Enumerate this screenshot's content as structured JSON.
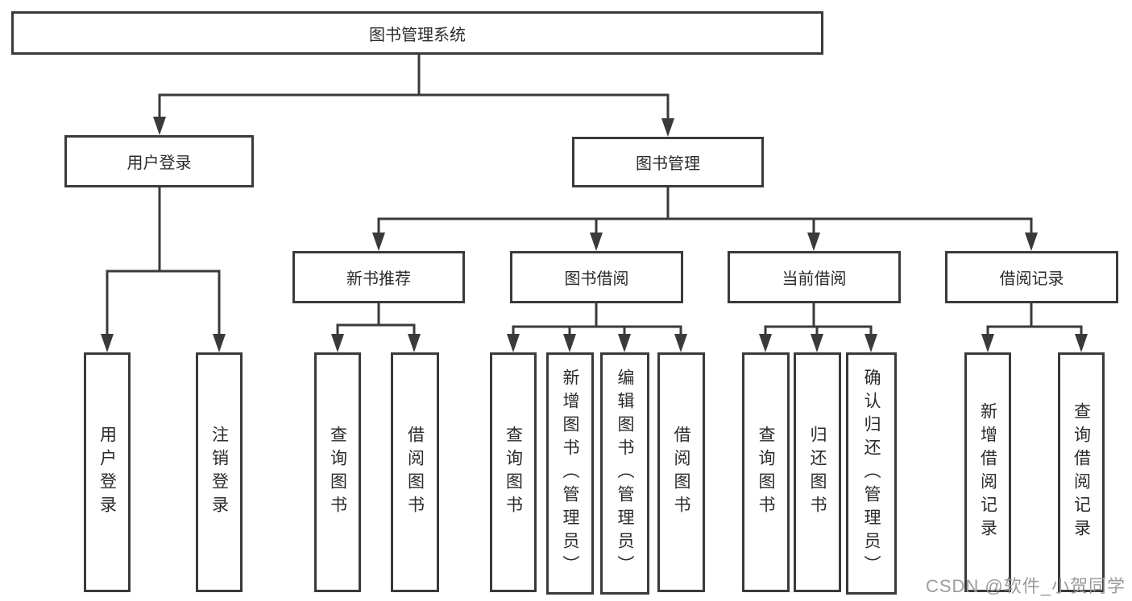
{
  "colors": {
    "line": "#3a3a3a",
    "text": "#2b2b2b",
    "bg": "#ffffff",
    "wm": "#9c9c9c"
  },
  "diagram": {
    "root": "图书管理系统",
    "level2": [
      "用户登录",
      "图书管理"
    ],
    "level3": [
      "新书推荐",
      "图书借阅",
      "当前借阅",
      "借阅记录"
    ],
    "groups": {
      "user_login": [
        "用户登录",
        "注销登录"
      ],
      "new_books": [
        "查询图书",
        "借阅图书"
      ],
      "book_borrow": [
        "查询图书",
        "新增图书（管理员）",
        "编辑图书（管理员）",
        "借阅图书"
      ],
      "current_borrow": [
        "查询图书",
        "归还图书",
        "确认归还（管理员）"
      ],
      "borrow_records": [
        "新增借阅记录",
        "查询借阅记录"
      ]
    }
  },
  "watermark": "CSDN @软件_小贺同学"
}
